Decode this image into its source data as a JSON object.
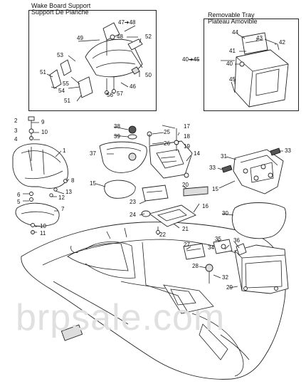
{
  "panels": {
    "wake": {
      "title_en": "Wake Board Support",
      "title_fr": "Support De Planche"
    },
    "tray": {
      "title_en": "Removable Tray",
      "title_fr": "Plateau Amovible"
    }
  },
  "callouts": {
    "c47_48": "47➔48",
    "c40_45": "40➔45",
    "c52": "52",
    "c49": "49",
    "c48": "48",
    "c53": "53",
    "c50": "50",
    "c51a": "51",
    "c55": "55",
    "c54": "54",
    "c46": "46",
    "c56": "56",
    "c57": "57",
    "c51b": "51",
    "c44": "44",
    "c43": "43",
    "c42": "42",
    "c41": "41",
    "c40": "40",
    "c45": "45",
    "c2": "2",
    "c9": "9",
    "c3": "3",
    "c10a": "10",
    "c4": "4",
    "c1": "1",
    "c8": "8",
    "c13": "13",
    "c12": "12",
    "c6": "6",
    "c5": "5",
    "c7": "7",
    "c10b": "10",
    "c11": "11",
    "c38": "38",
    "c39": "39",
    "c37": "37",
    "c15a": "15",
    "c25": "25",
    "c26": "26",
    "c17": "17",
    "c18": "18",
    "c19": "19",
    "c14": "14",
    "c20": "20",
    "c16": "16",
    "c23": "23",
    "c24": "24",
    "c21": "21",
    "c22": "22",
    "c31": "31",
    "c33a": "33",
    "c33b": "33",
    "c15b": "15",
    "c30": "30",
    "c27": "27",
    "c35": "35",
    "c34": "34",
    "c36": "36",
    "c28": "28",
    "c32": "32",
    "c29": "29"
  },
  "watermark": "brpsale.com"
}
